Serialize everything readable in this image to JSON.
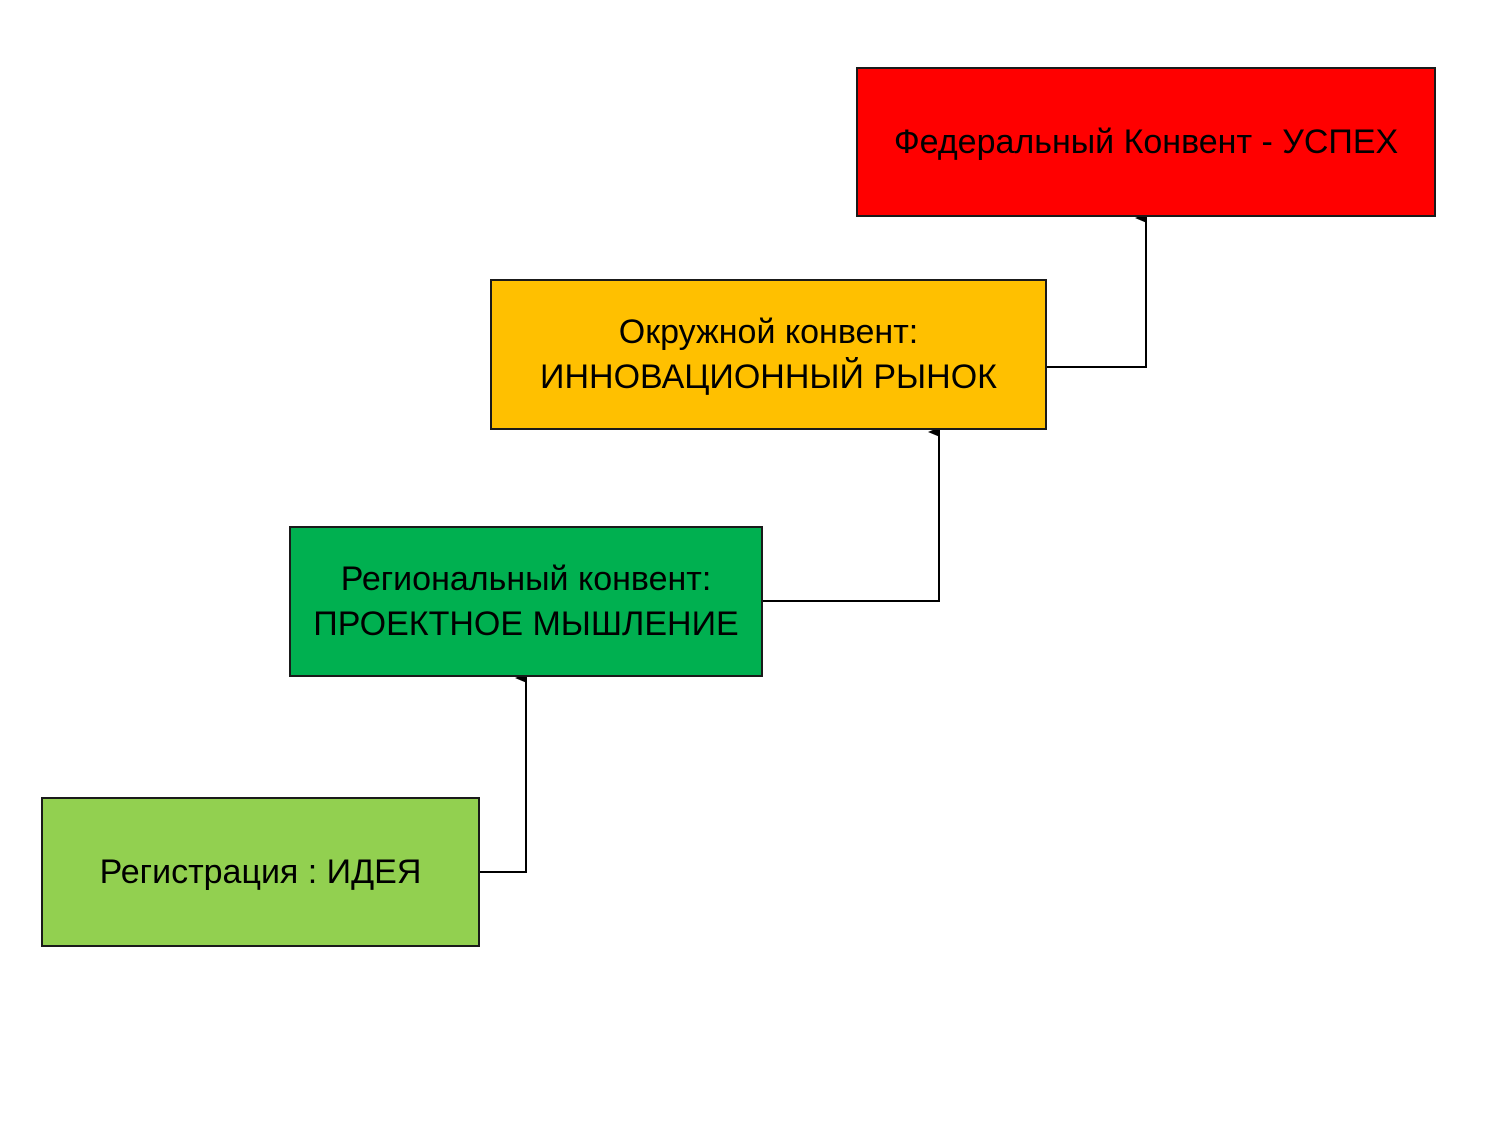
{
  "diagram": {
    "stages": [
      {
        "id": "registration",
        "lines": [
          "Регистрация : ИДЕЯ"
        ],
        "fill": "#92d050"
      },
      {
        "id": "regional",
        "lines": [
          "Региональный конвент:",
          "ПРОЕКТНОЕ МЫШЛЕНИЕ"
        ],
        "fill": "#00b050"
      },
      {
        "id": "district",
        "lines": [
          "Окружной конвент:",
          "ИННОВАЦИОННЫЙ РЫНОК"
        ],
        "fill": "#ffc000"
      },
      {
        "id": "federal",
        "lines": [
          "Федеральный Конвент - УСПЕХ"
        ],
        "fill": "#ff0000"
      }
    ],
    "connector_color": "#000000"
  }
}
